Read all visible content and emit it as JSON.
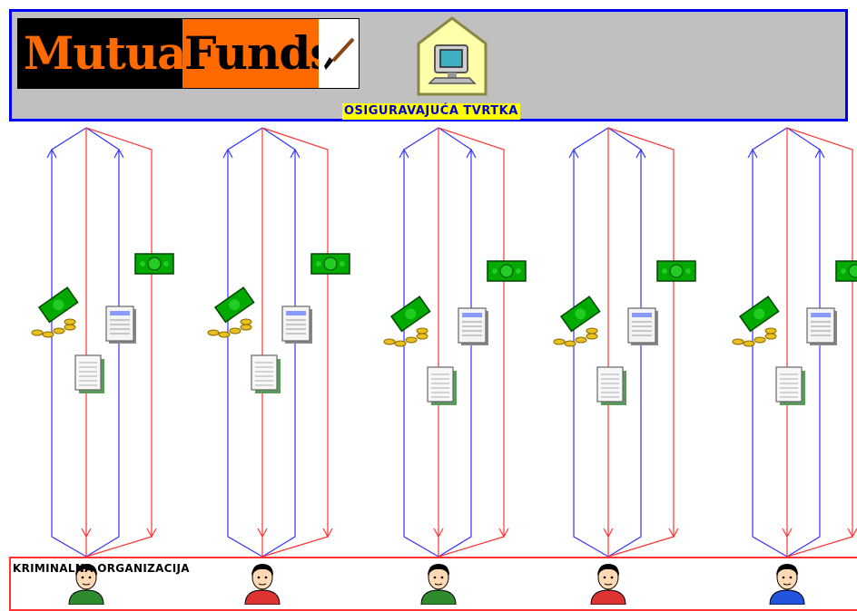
{
  "header": {
    "logo": {
      "part1": "Mutual",
      "part2": "Funds"
    },
    "company_label": "OSIGURAVAJUĆA TVRTKA",
    "company_icon": "computer-house-icon"
  },
  "organization": {
    "label": "KRIMINALNA ORGANIZACIJA"
  },
  "colors": {
    "border": "#0000ff",
    "header_bg": "#c0c0c0",
    "flow_blue": "#3333ff",
    "flow_red": "#ff3333",
    "org_border": "#ff3333",
    "money": "#00aa00",
    "label_bg": "#ffff00"
  },
  "members": [
    {
      "icon": "person-icon",
      "shirt": "#2e8b2e",
      "hair": "#000000"
    },
    {
      "icon": "person-icon",
      "shirt": "#dd3333",
      "hair": "#000000"
    },
    {
      "icon": "person-icon",
      "shirt": "#2e8b2e",
      "hair": "#000000"
    },
    {
      "icon": "person-icon",
      "shirt": "#dd3333",
      "hair": "#000000"
    },
    {
      "icon": "person-icon",
      "shirt": "#2255dd",
      "hair": "#000000"
    }
  ]
}
